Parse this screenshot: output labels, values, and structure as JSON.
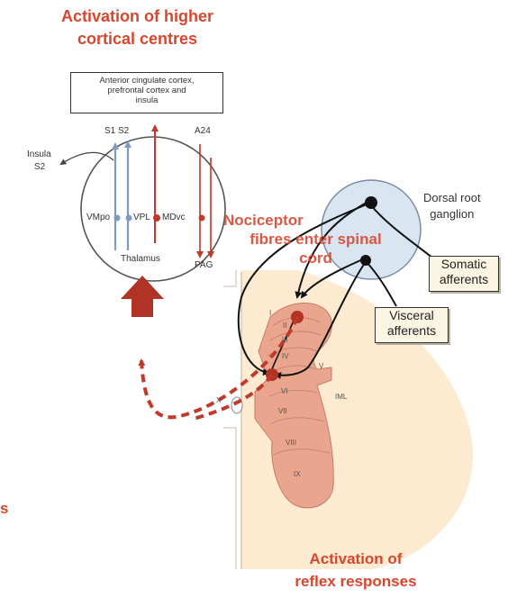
{
  "headings": {
    "higher_cortical_line1": "Activation of higher",
    "higher_cortical_line2": "cortical centres",
    "nociceptor_line1": "Nociceptor",
    "nociceptor_line2": "fibres enter spinal",
    "nociceptor_line3": "cord",
    "reflex_line1": "Activation of",
    "reflex_line2": "reflex responses",
    "left_edge_fragment": "s"
  },
  "cortex_box": {
    "line1": "Anterior cingulate cortex,",
    "line2": "prefrontal cortex and",
    "line3": "insula"
  },
  "thalamus_labels": {
    "s1s2": "S1 S2",
    "a24": "A24",
    "insula": "Insula",
    "s2": "S2",
    "vmpo": "VMpo",
    "vpl": "VPL",
    "mdvc": "MDvc",
    "thalamus": "Thalamus",
    "pag": "PAG"
  },
  "ganglion": {
    "line1": "Dorsal root",
    "line2": "ganglion"
  },
  "afferent_boxes": {
    "somatic_line1": "Somatic",
    "somatic_line2": "afferents",
    "visceral_line1": "Visceral",
    "visceral_line2": "afferents"
  },
  "laminae": {
    "i": "I",
    "ii": "II",
    "iii": "III",
    "iv": "IV",
    "v": "V",
    "vi": "VI",
    "vii": "VII",
    "viii": "VIII",
    "ix": "IX",
    "x": "X",
    "iml": "IML"
  },
  "colors": {
    "heading_red": "#d9462e",
    "pathway_red": "#c0392b",
    "ascending_blue": "#7e9cc0",
    "ganglion_fill": "#d9e6f2",
    "gray_matter": "#e9a58d",
    "white_matter": "#fbe7c8",
    "box_fill": "#fbf6e3"
  }
}
